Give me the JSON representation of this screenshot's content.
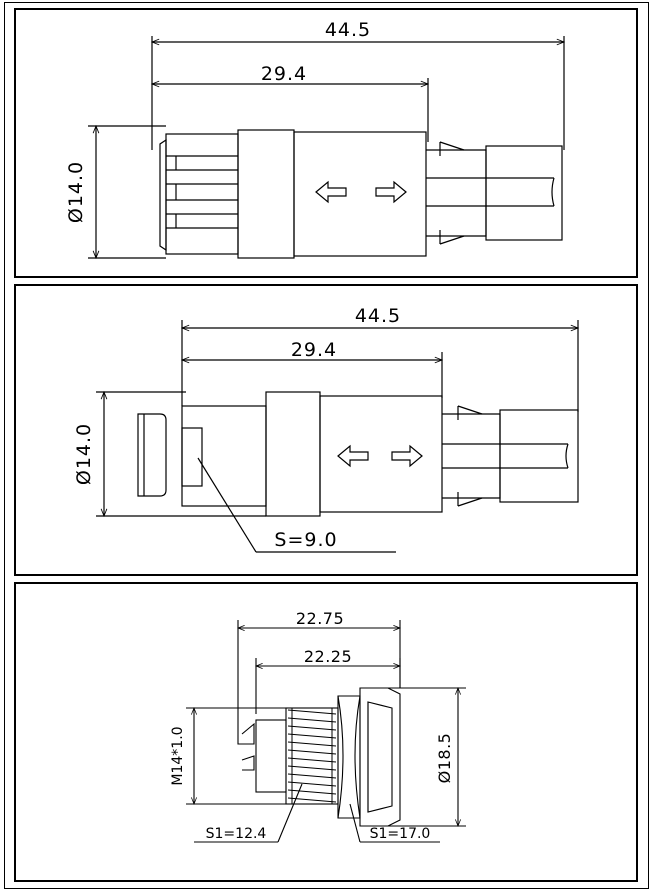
{
  "views": [
    {
      "dims": {
        "total_length": "44.5",
        "body_length": "29.4",
        "diameter": "Ø14.0"
      }
    },
    {
      "dims": {
        "total_length": "44.5",
        "body_length": "29.4",
        "diameter": "Ø14.0",
        "wrench_size": "S=9.0"
      }
    },
    {
      "dims": {
        "length_outer": "22.75",
        "length_inner": "22.25",
        "thread": "M14*1.0",
        "flange_diameter": "Ø18.5",
        "wrench_thread": "S1=12.4",
        "wrench_nut": "S1=17.0"
      }
    }
  ],
  "colors": {
    "line": "#000000",
    "background": "#ffffff"
  }
}
